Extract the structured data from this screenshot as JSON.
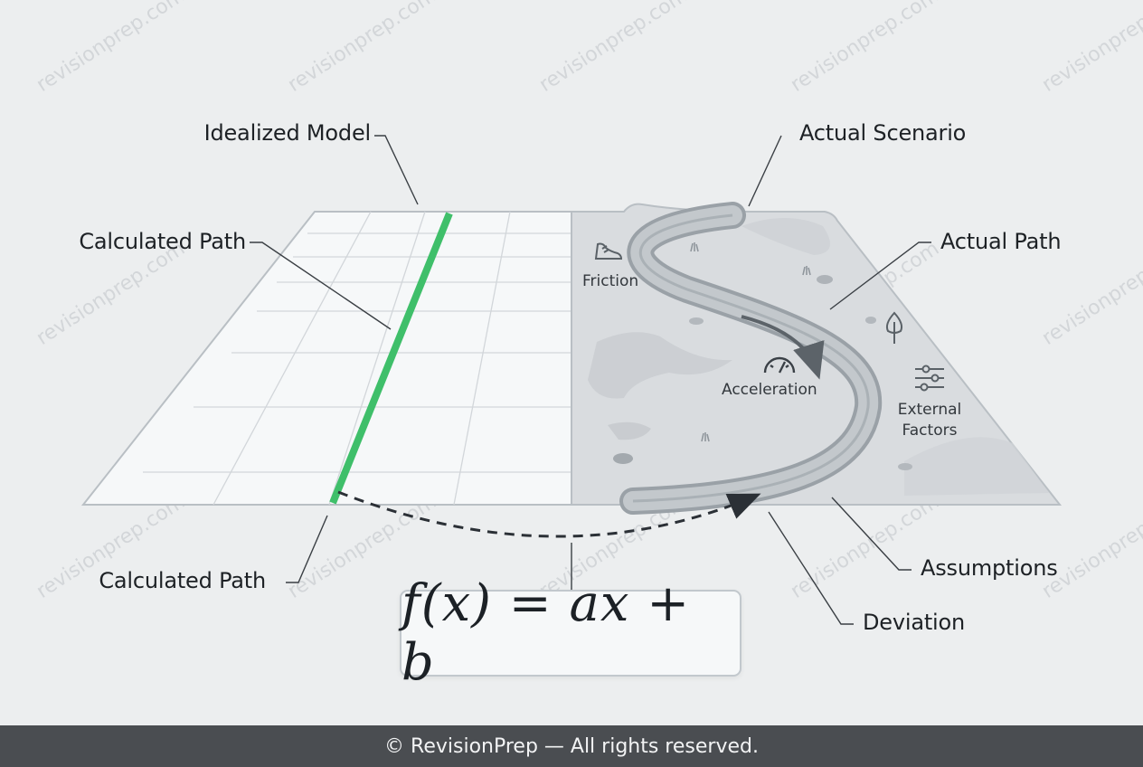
{
  "labels": {
    "idealized_model": "Idealized Model",
    "actual_scenario": "Actual Scenario",
    "calculated_path_top": "Calculated Path",
    "actual_path": "Actual Path",
    "calculated_path_bottom": "Calculated Path",
    "assumptions": "Assumptions",
    "deviation": "Deviation",
    "friction": "Friction",
    "acceleration": "Acceleration",
    "external_factors_line1": "External",
    "external_factors_line2": "Factors"
  },
  "formula": "f(x) = ax + b",
  "footer": "© RevisionPrep — All rights reserved.",
  "watermark": "revisionprep.com",
  "colors": {
    "background": "#eceeef",
    "grid_plane": "#f6f8f9",
    "grid_line": "#c9ced2",
    "calculated_path": "#3fbf6a",
    "terrain": "#d9dcdf",
    "road": "#8f969c",
    "footer_bg": "#4a4d51"
  },
  "icons": [
    "shoe-icon",
    "speedometer-icon",
    "sliders-icon",
    "tree-icon"
  ]
}
